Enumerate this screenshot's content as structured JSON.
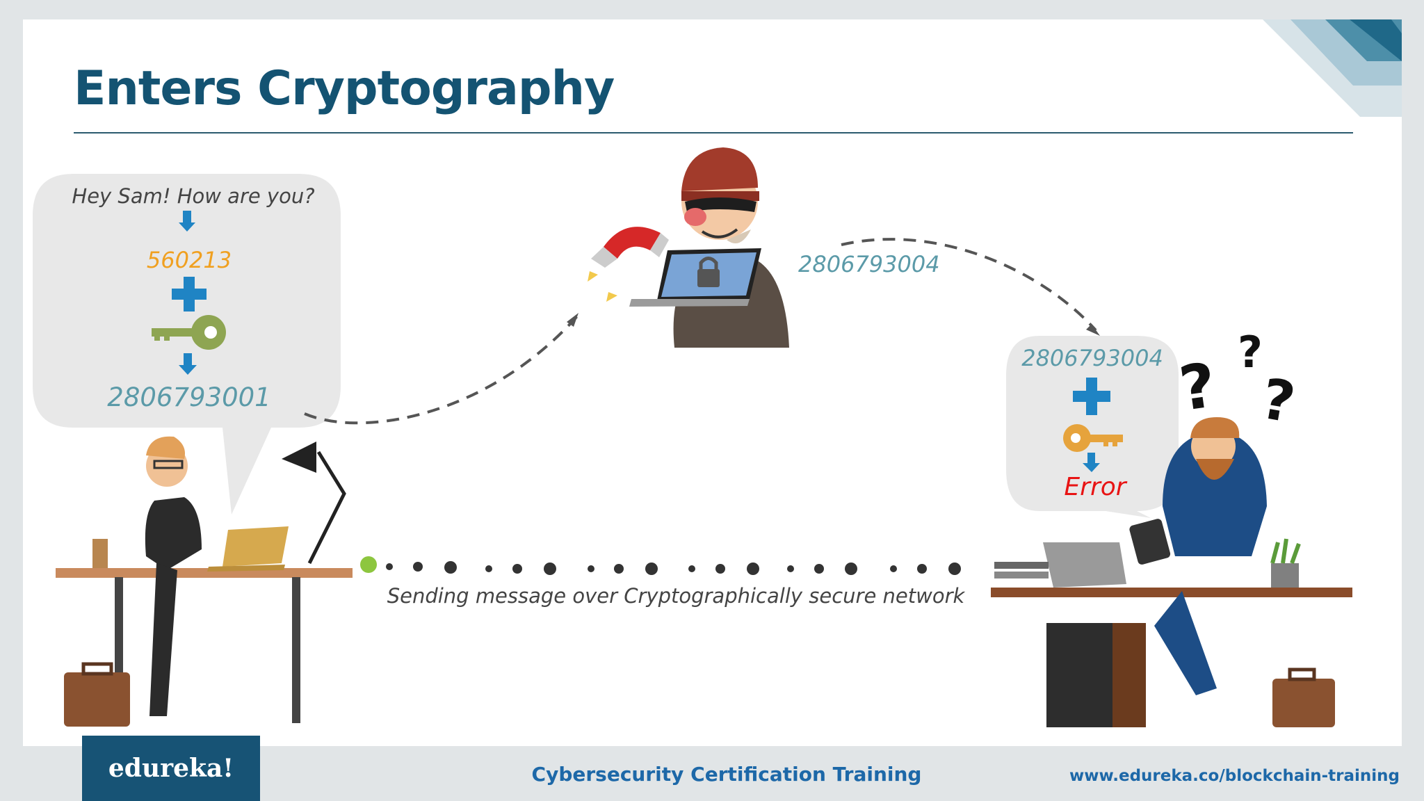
{
  "slide": {
    "title": "Enters Cryptography"
  },
  "sender_bubble": {
    "message": "Hey Sam! How are you?",
    "numeric_message": "560213",
    "ciphertext": "2806793001",
    "key_icon": "key-icon",
    "key_color": "#8ea552"
  },
  "attacker": {
    "intercepted_value": "2806793004",
    "icons": [
      "thief-icon",
      "magnet-icon",
      "laptop-lock-icon"
    ]
  },
  "receiver_bubble": {
    "received_value": "2806793004",
    "result": "Error",
    "key_icon": "key-icon",
    "key_color": "#e6a33c",
    "question_marks": [
      "?",
      "?",
      "?"
    ]
  },
  "network": {
    "caption": "Sending message over Cryptographically secure network"
  },
  "footer": {
    "logo": "edureka!",
    "course": "Cybersecurity Certification Training",
    "url": "www.edureka.co/blockchain-training"
  },
  "colors": {
    "title": "#145372",
    "arrow_blue": "#1f84c4",
    "number_orange": "#f0a020",
    "number_teal": "#5b9aa8",
    "error_red": "#e81414",
    "footer_blue": "#1d68a8",
    "bubble_grey": "#e8e8e8"
  }
}
